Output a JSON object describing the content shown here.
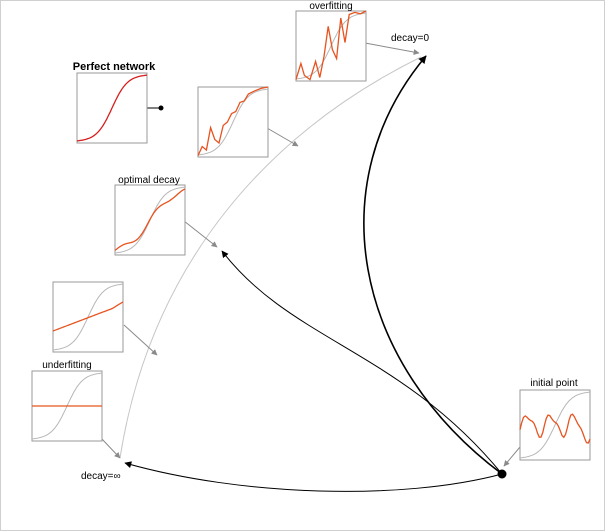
{
  "colors": {
    "fitted_curve": "#e8531f",
    "perfect_curve": "#d81f1f",
    "target_curve": "#b7b7b7",
    "path_arrow": "#000000",
    "pointer_arrow": "#8a8a8a",
    "frontier": "#c6c6c6"
  },
  "labels": {
    "perfect_network": "Perfect network",
    "overfitting": "overfitting",
    "optimal_decay": "optimal decay",
    "underfitting": "underfitting",
    "initial_point": "initial point",
    "decay_zero": "decay=0",
    "decay_infinity": "decay=∞"
  },
  "panels": [
    {
      "id": "perfect",
      "label": "perfect_network",
      "curve": "perfect"
    },
    {
      "id": "near-overfit",
      "label": "",
      "curve": "near_overfit"
    },
    {
      "id": "overfitting",
      "label": "overfitting",
      "curve": "overfit"
    },
    {
      "id": "optimal",
      "label": "optimal_decay",
      "curve": "optimal"
    },
    {
      "id": "mild",
      "label": "",
      "curve": "mild"
    },
    {
      "id": "underfitting",
      "label": "underfitting",
      "curve": "flat"
    },
    {
      "id": "initial",
      "label": "initial_point",
      "curve": "wiggly"
    }
  ]
}
